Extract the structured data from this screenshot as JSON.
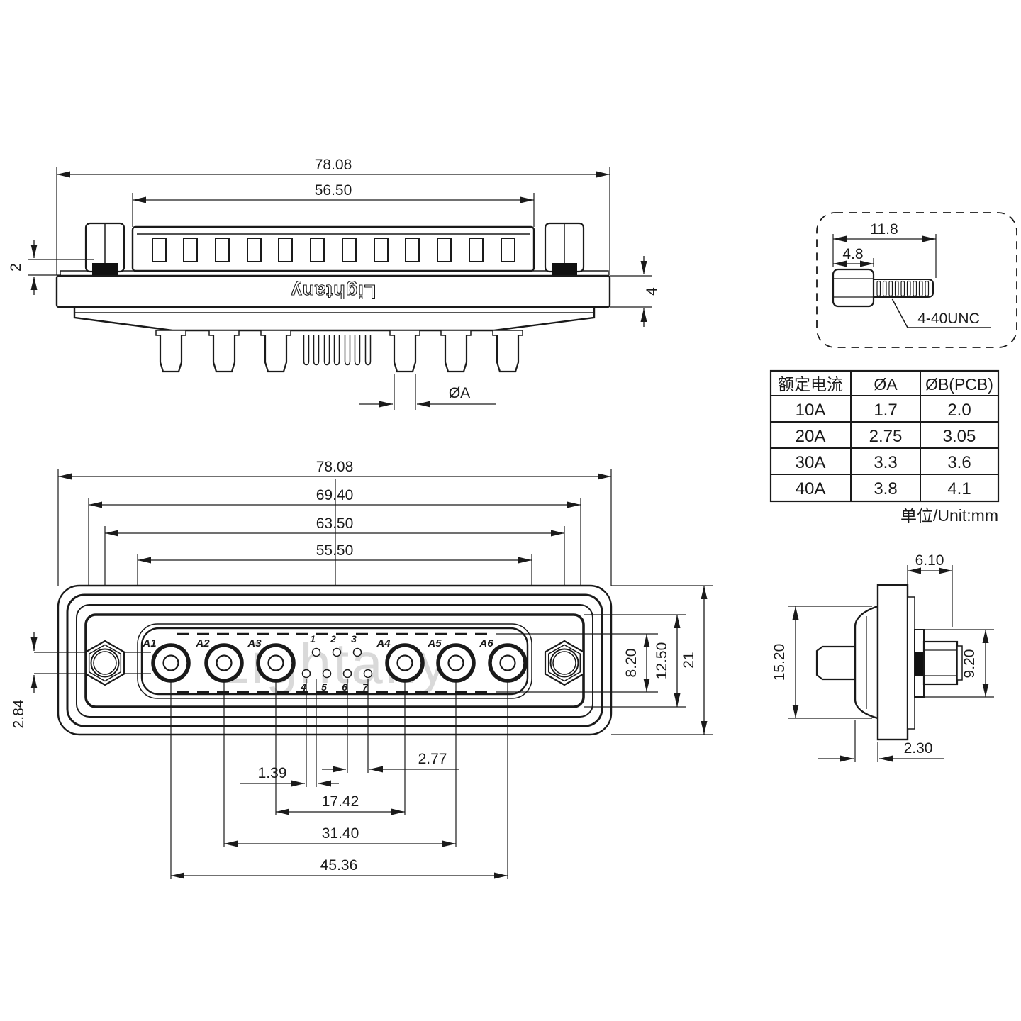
{
  "brand": {
    "flange_logo": "Lightany",
    "watermark": "Lightany"
  },
  "top_view": {
    "dim_overall_width": "78.08",
    "dim_shell_width": "56.50",
    "dim_gasket_thickness": "2",
    "dim_flange_thickness": "4",
    "dim_pin_diameter": "ØA"
  },
  "screw_detail": {
    "dim_total_length": "11.8",
    "dim_head_length": "4.8",
    "thread_spec": "4-40UNC"
  },
  "spec_table": {
    "headers": [
      "额定电流",
      "ØA",
      "ØB(PCB)"
    ],
    "rows": [
      {
        "current": "10A",
        "pin_dia": "1.7",
        "pcb_hole_dia": "2.0"
      },
      {
        "current": "20A",
        "pin_dia": "2.75",
        "pcb_hole_dia": "3.05"
      },
      {
        "current": "30A",
        "pin_dia": "3.3",
        "pcb_hole_dia": "3.6"
      },
      {
        "current": "40A",
        "pin_dia": "3.8",
        "pcb_hole_dia": "4.1"
      }
    ],
    "unit_note": "单位/Unit:mm"
  },
  "front_view": {
    "dim_overall_width": "78.08",
    "dim_mount_span": "69.40",
    "dim_jackscrew_span": "63.50",
    "dim_shell_width": "55.50",
    "dim_shell_height": "8.20",
    "dim_opening_height": "12.50",
    "dim_flange_height": "21",
    "dim_row_offset": "2.84",
    "dim_pin_stagger": "1.39",
    "dim_pin_pitch": "2.77",
    "dim_signal_span": "17.42",
    "dim_inner_power_span": "31.40",
    "dim_outer_power_span": "45.36",
    "power_contacts": [
      "A1",
      "A2",
      "A3",
      "A4",
      "A5",
      "A6"
    ],
    "signal_pins_top_row": [
      "1",
      "2",
      "3"
    ],
    "signal_pins_bottom_row": [
      "4",
      "5",
      "6",
      "7"
    ]
  },
  "side_view": {
    "dim_flange_to_nut": "6.10",
    "dim_shell_height": "15.20",
    "dim_jackscrew_od": "9.20",
    "dim_shell_thickness": "2.30"
  }
}
